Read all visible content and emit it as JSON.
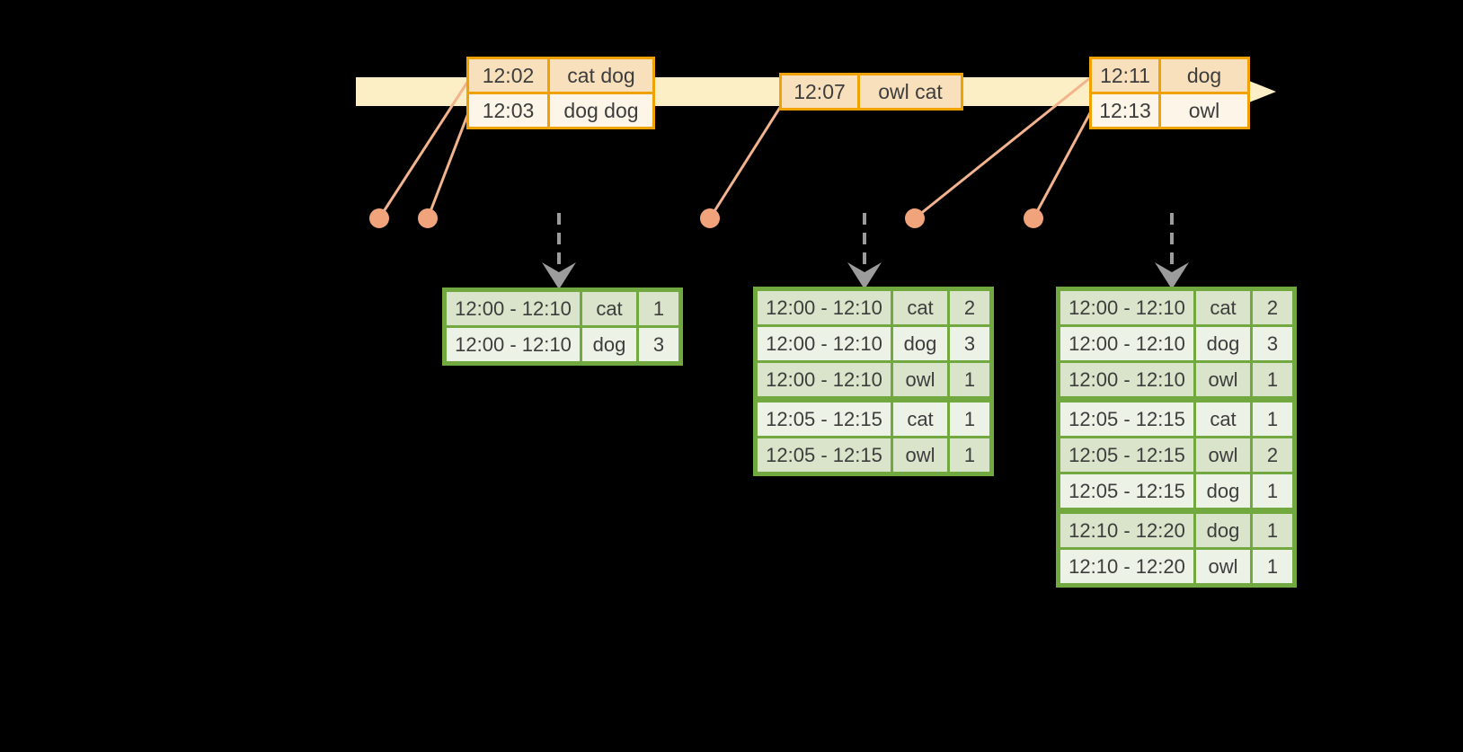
{
  "timeline": {
    "event_tables": [
      {
        "id": "events-1202-1203",
        "rows": [
          [
            "12:02",
            "cat dog"
          ],
          [
            "12:03",
            "dog dog"
          ]
        ]
      },
      {
        "id": "events-1207",
        "rows": [
          [
            "12:07",
            "owl cat"
          ]
        ]
      },
      {
        "id": "events-1211-1213",
        "rows": [
          [
            "12:11",
            "dog"
          ],
          [
            "12:13",
            "owl"
          ]
        ]
      }
    ]
  },
  "result_tables": [
    {
      "id": "counts-after-first-trigger",
      "rows": [
        [
          "12:00 - 12:10",
          "cat",
          "1"
        ],
        [
          "12:00 - 12:10",
          "dog",
          "3"
        ]
      ]
    },
    {
      "id": "counts-after-second-trigger",
      "rows": [
        [
          "12:00 - 12:10",
          "cat",
          "2"
        ],
        [
          "12:00 - 12:10",
          "dog",
          "3"
        ],
        [
          "12:00 - 12:10",
          "owl",
          "1"
        ],
        [
          "12:05 - 12:15",
          "cat",
          "1"
        ],
        [
          "12:05 - 12:15",
          "owl",
          "1"
        ]
      ]
    },
    {
      "id": "counts-after-third-trigger",
      "rows": [
        [
          "12:00 - 12:10",
          "cat",
          "2"
        ],
        [
          "12:00 - 12:10",
          "dog",
          "3"
        ],
        [
          "12:00 - 12:10",
          "owl",
          "1"
        ],
        [
          "12:05 - 12:15",
          "cat",
          "1"
        ],
        [
          "12:05 - 12:15",
          "owl",
          "2"
        ],
        [
          "12:05 - 12:15",
          "dog",
          "1"
        ],
        [
          "12:10 - 12:20",
          "dog",
          "1"
        ],
        [
          "12:10 - 12:20",
          "owl",
          "1"
        ]
      ]
    }
  ],
  "colors": {
    "background": "#000000",
    "timeline_band": "#FCEFC6",
    "event_table_border": "#F0A202",
    "event_row_dark": "#F8E0BC",
    "event_row_light": "#FDF5E7",
    "event_dot": "#F1A47B",
    "event_line": "#F2B38D",
    "trigger_arrow": "#9C9C9C",
    "result_table_border": "#71A83F",
    "result_row_dark": "#D9E4CA",
    "result_row_light": "#EDF2E7",
    "text": "#3d3d3d"
  }
}
